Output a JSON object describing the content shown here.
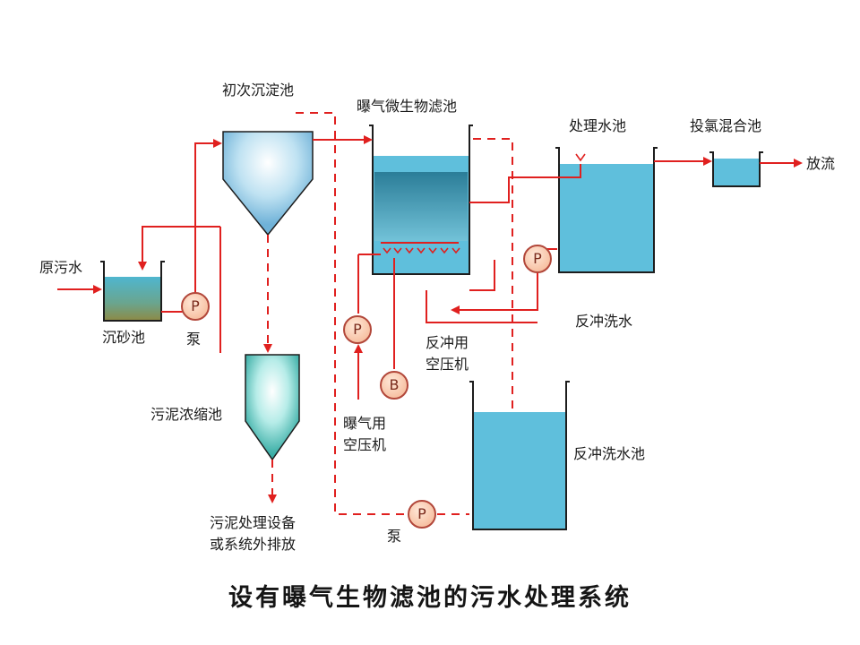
{
  "labels": {
    "primary_clarifier": "初次沉淀池",
    "baf": "曝气微生物滤池",
    "treated_tank": "处理水池",
    "chlorine_tank": "投氯混合池",
    "discharge": "放流",
    "raw_sewage": "原污水",
    "grit_chamber": "沉砂池",
    "pump": "泵",
    "pump_letter": "P",
    "blower_letter": "B",
    "backwash_water": "反冲洗水",
    "backwash_air_line1": "反冲用",
    "backwash_air_line2": "空压机",
    "aeration_air_line1": "曝气用",
    "aeration_air_line2": "空压机",
    "sludge_thickener": "污泥浓缩池",
    "backwash_tank": "反冲洗水池",
    "sludge_disposal_line1": "污泥处理设备",
    "sludge_disposal_line2": "或系统外排放",
    "bottom_pump": "泵"
  },
  "caption": "设有曝气生物滤池的污水处理系统",
  "colors": {
    "pipe": "#e0201f",
    "tank_fill": "#5fbfdc",
    "tank_outline": "#1d1d1d",
    "pump_fill": "#f4b28f"
  }
}
